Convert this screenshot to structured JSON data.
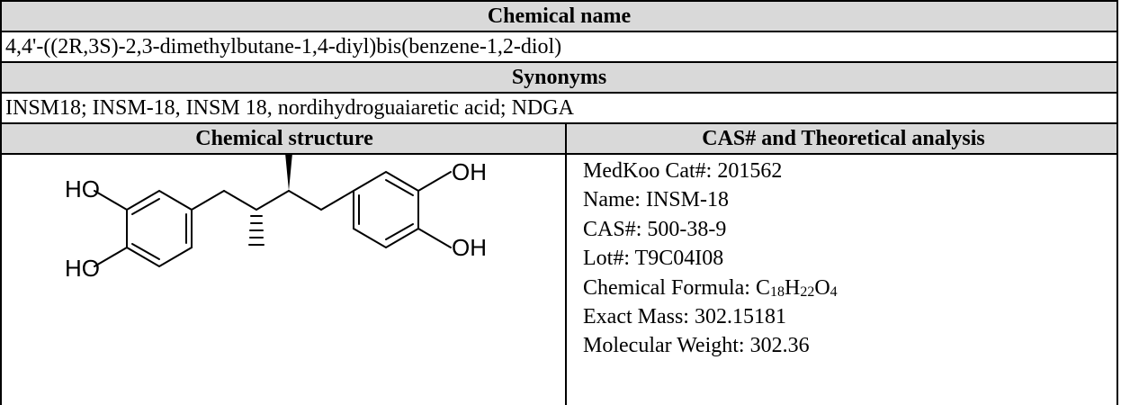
{
  "chemical_name": {
    "header": "Chemical name",
    "value": "4,4'-((2R,3S)-2,3-dimethylbutane-1,4-diyl)bis(benzene-1,2-diol)"
  },
  "synonyms": {
    "header": "Synonyms",
    "value": "INSM18; INSM-18, INSM 18, nordihydroguaiaretic acid; NDGA"
  },
  "structure_section": {
    "structure_header": "Chemical structure",
    "analysis_header": "CAS# and Theoretical analysis"
  },
  "structure_labels": {
    "oh_top_right": "OH",
    "oh_bottom_right": "OH",
    "ho_top_left": "HO",
    "ho_bottom_left": "HO"
  },
  "analysis": {
    "cat_label": "MedKoo Cat#: 201562",
    "name_label": "Name: INSM-18",
    "cas_label": "CAS#: 500-38-9",
    "lot_label": "Lot#: T9C04I08",
    "formula_prefix": "Chemical Formula: ",
    "formula_parts": [
      "C",
      "18",
      "H",
      "22",
      "O",
      "4"
    ],
    "exact_mass": "Exact Mass: 302.15181",
    "molecular_weight": "Molecular Weight: 302.36"
  }
}
